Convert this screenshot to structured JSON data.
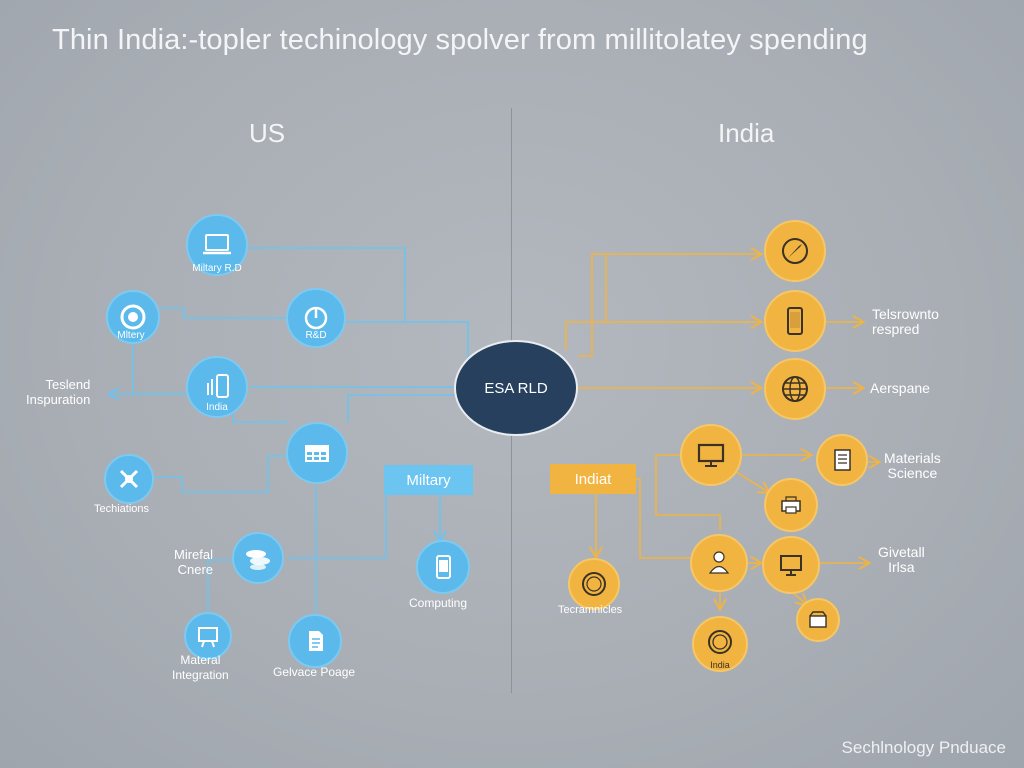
{
  "title": "Thin India:-topler techinology spolver from millitolatey spending",
  "headings": {
    "left": "US",
    "right": "India"
  },
  "center_label": "ESA RLD",
  "us": {
    "node_labels": {
      "laptop": "Miltary R.D",
      "circle_left": "Mltery",
      "rd": "R&D",
      "phone": "India"
    },
    "side_labels": {
      "testend": "Teslend\nInspuration",
      "techiations": "Techiations",
      "mirefal": "Mirefal\nCnere",
      "material": "Materal\nIntegration",
      "gelvace": "Gelvace Poage",
      "computing": "Computing"
    },
    "tag": "Miltary"
  },
  "india": {
    "tag": "Indiat",
    "node_labels": {
      "bottom": "India"
    },
    "side_labels": {
      "telsrownto": "Telsrownto\nrespred",
      "aerspane": "Aerspane",
      "materials": "Materials\nScience",
      "givetall": "Givetall\nIrlsa",
      "tecramnicles": "Tecramnicles"
    }
  },
  "footer": "Sechlnology Pnduace",
  "colors": {
    "us": "#5bb9eb",
    "india": "#f2b440",
    "center": "#26405e",
    "background": "#a9aeb5"
  }
}
